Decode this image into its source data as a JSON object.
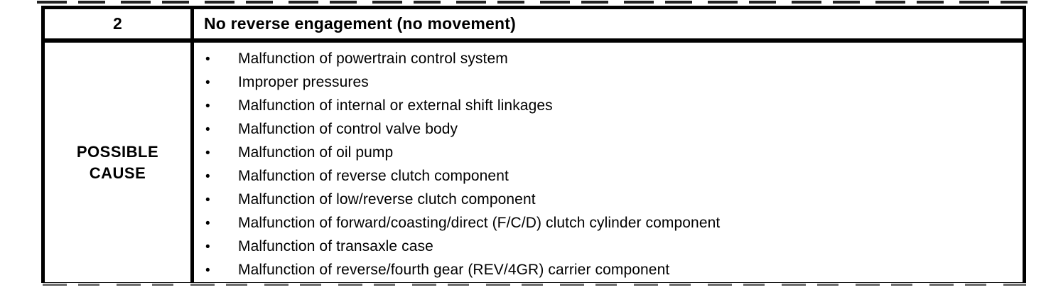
{
  "colors": {
    "background": "#ffffff",
    "border": "#000000",
    "text": "#000000"
  },
  "table": {
    "case_number": "2",
    "symptom": "No reverse engagement (no movement)",
    "cause_header": {
      "line1": "POSSIBLE",
      "line2": "CAUSE"
    },
    "bullet": "•",
    "causes": [
      "Malfunction of powertrain control system",
      "Improper pressures",
      "Malfunction of internal or external shift linkages",
      "Malfunction of control valve body",
      "Malfunction of oil pump",
      "Malfunction of reverse clutch component",
      "Malfunction of low/reverse clutch component",
      "Malfunction of forward/coasting/direct (F/C/D) clutch cylinder component",
      "Malfunction of transaxle case",
      "Malfunction of reverse/fourth gear (REV/4GR) carrier component"
    ]
  }
}
